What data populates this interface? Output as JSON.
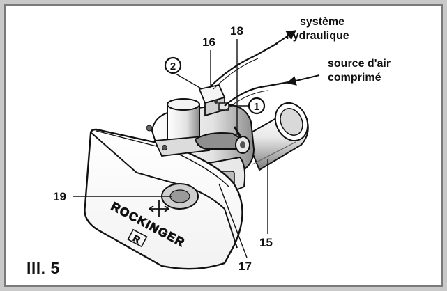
{
  "figure": {
    "label": "Ill. 5",
    "brand_text": "ROCKINGER",
    "brand_mark": "R"
  },
  "annotations": {
    "hydraulic": [
      "système",
      "hydraulique"
    ],
    "air": [
      "source d'air",
      "comprimé"
    ]
  },
  "callouts": {
    "n15": "15",
    "n16": "16",
    "n17": "17",
    "n18": "18",
    "n19": "19",
    "c1": "1",
    "c2": "2"
  },
  "colors": {
    "frame_outer": "#c9c9c9",
    "frame_inner": "#7a7a7a",
    "ink": "#111111",
    "shade": "#8a8a8a",
    "paper": "#ffffff"
  }
}
